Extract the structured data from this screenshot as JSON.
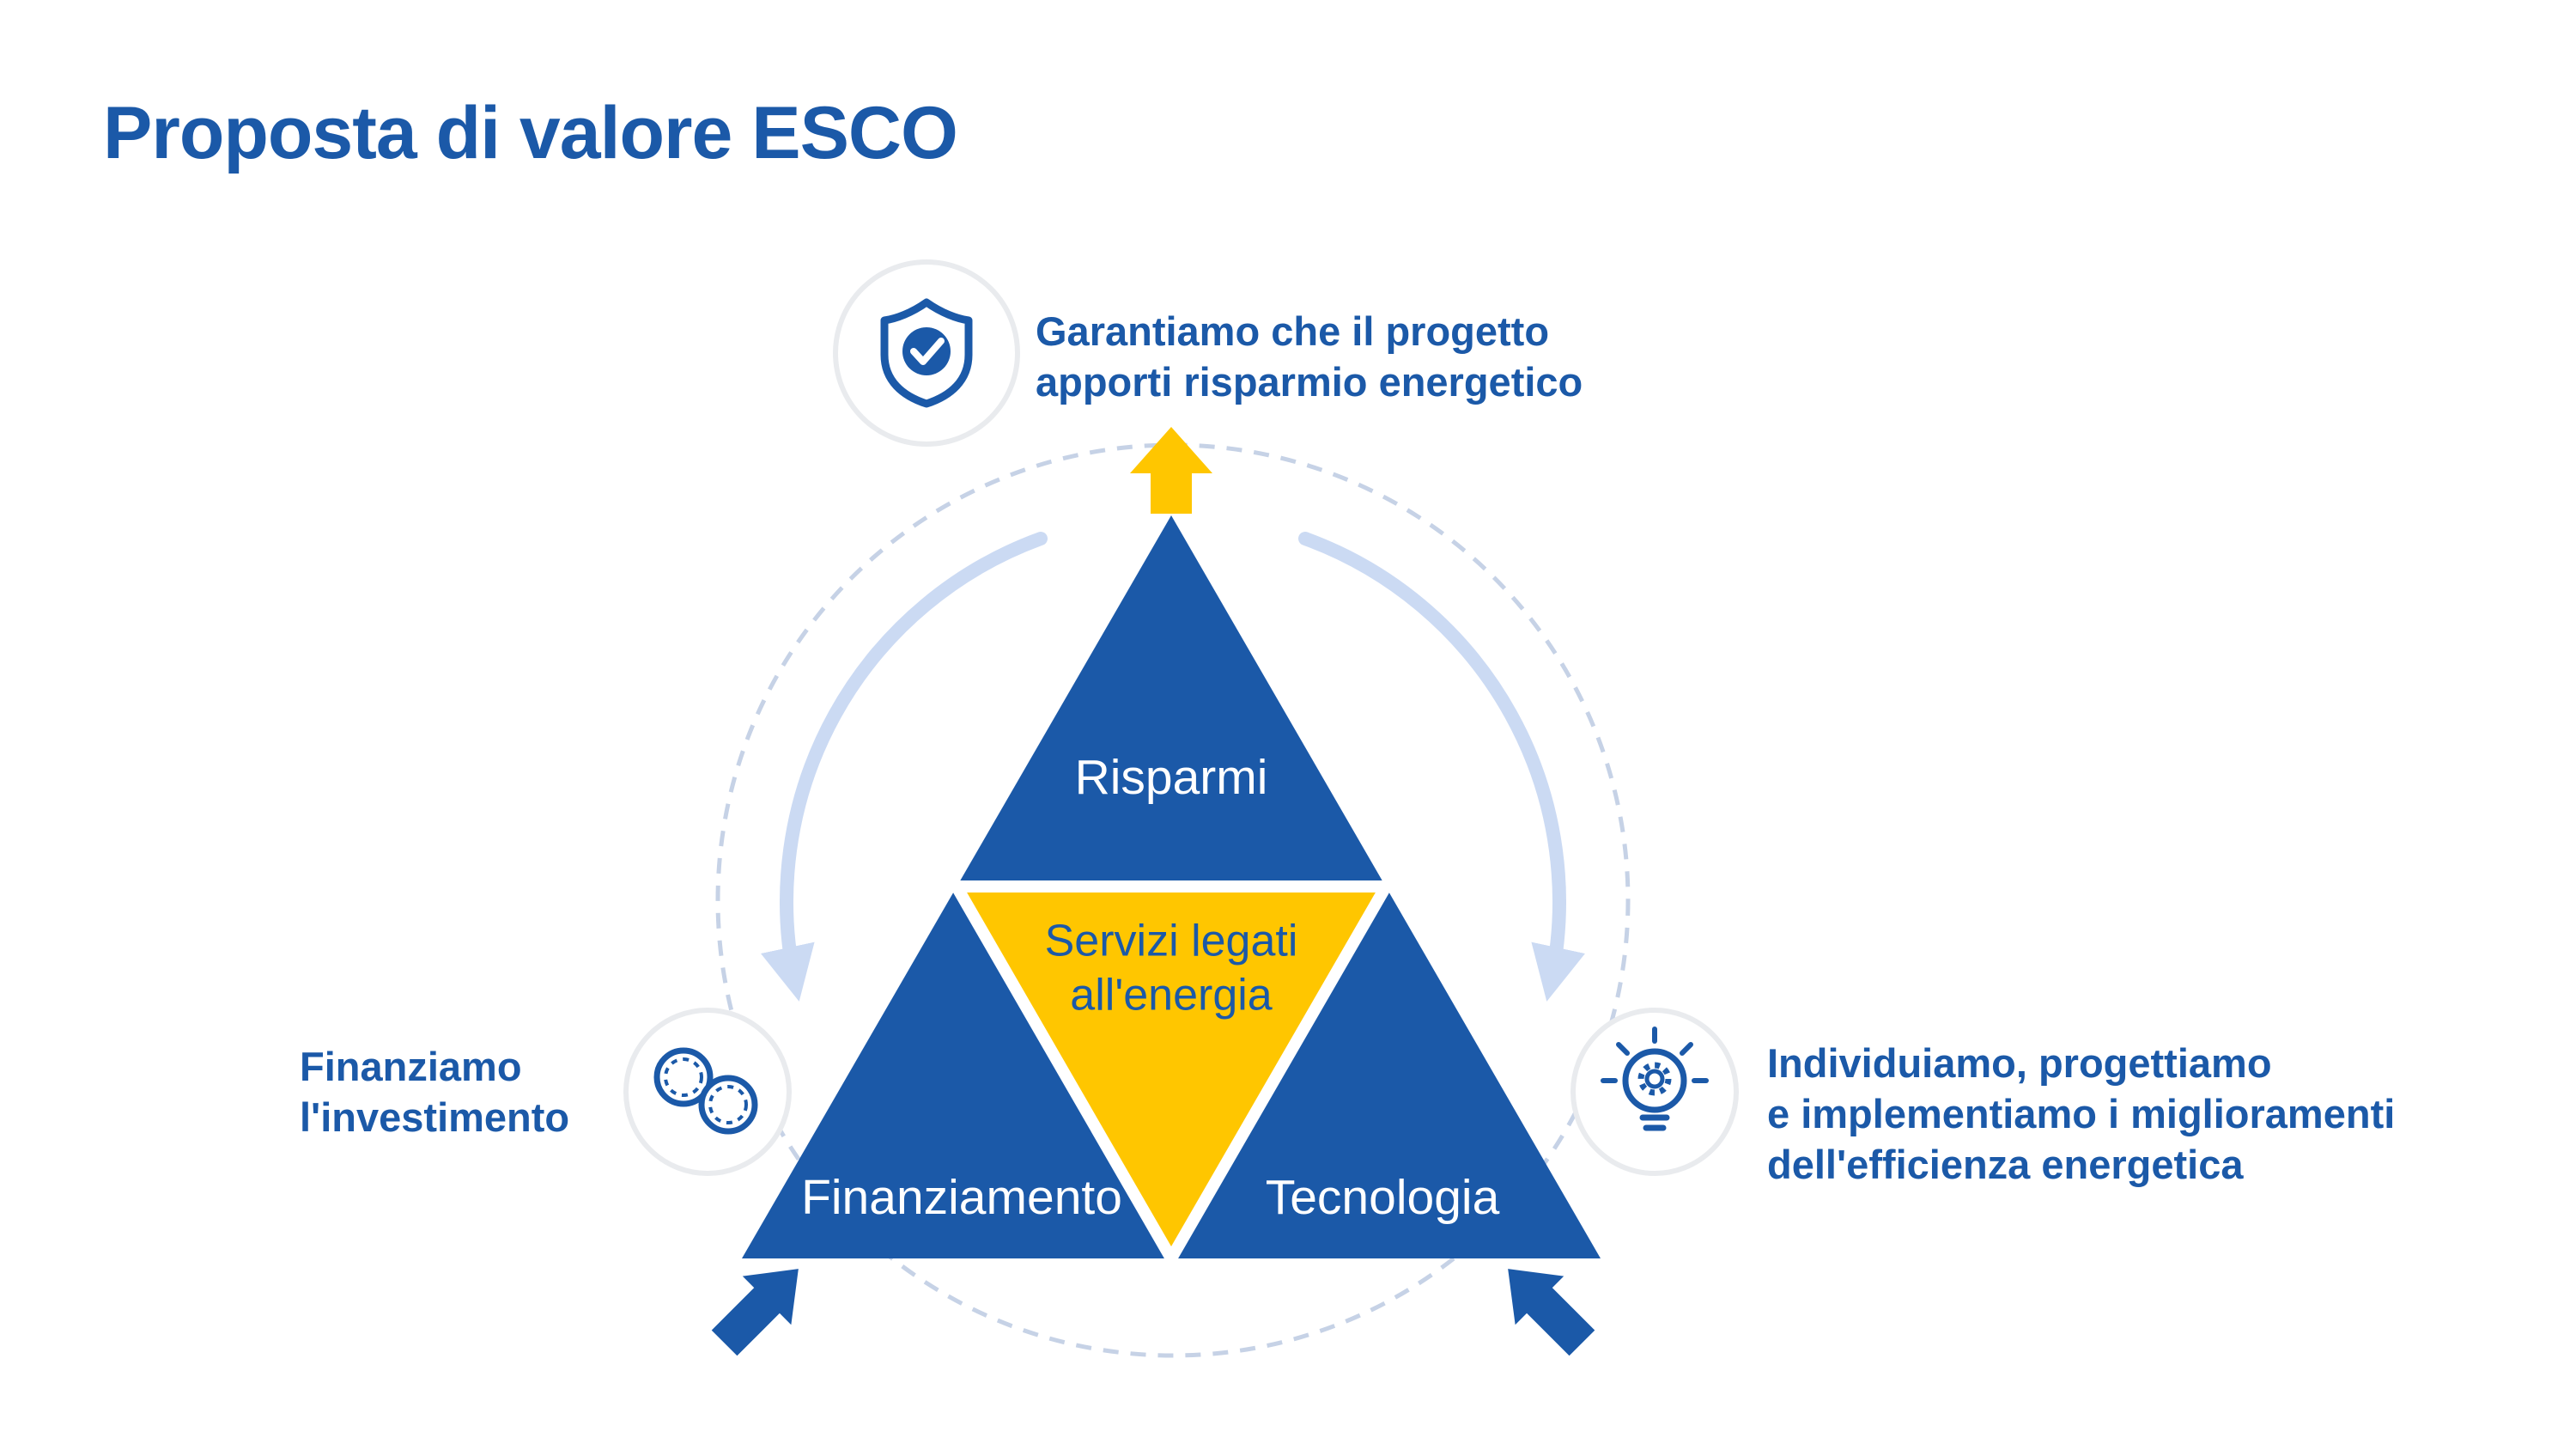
{
  "title": "Proposta di valore ESCO",
  "colors": {
    "primary_blue": "#1B59A8",
    "accent_yellow": "#FFC600",
    "dashed_circle": "#C6D2E6",
    "cycle_arrow": "#CBDAF3",
    "icon_ring": "#E9EBEE",
    "background": "#FFFFFF",
    "triangle_text_light": "#FFFFFF"
  },
  "triangle": {
    "top": "Risparmi",
    "bottom_left": "Finanziamento",
    "bottom_right": "Tecnologia",
    "center": [
      "Servizi legati",
      "all'energia"
    ]
  },
  "callouts": {
    "top": {
      "icon": "shield-check-icon",
      "lines": [
        "Garantiamo che il progetto",
        "apporti risparmio energetico"
      ]
    },
    "left": {
      "icon": "coins-icon",
      "lines": [
        "Finanziamo",
        "l'investimento"
      ]
    },
    "right": {
      "icon": "lightbulb-gear-icon",
      "lines": [
        "Individuiamo, progettiamo",
        "e implementiamo i miglioramenti",
        "dell'efficienza energetica"
      ]
    }
  }
}
